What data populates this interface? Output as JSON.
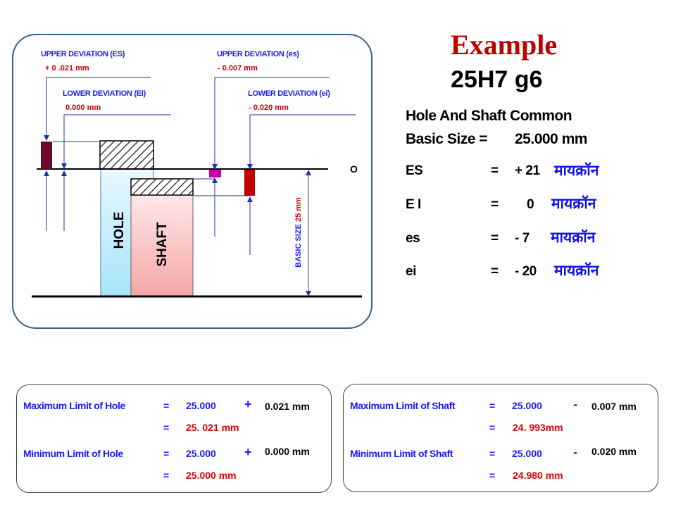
{
  "diagram": {
    "upper_dev_hole_label": "UPPER  DEVIATION (ES)",
    "upper_dev_hole_value": "+ 0 .021 mm",
    "lower_dev_hole_label": "LOWER DEVIATION (EI)",
    "lower_dev_hole_value": "0.000 mm",
    "upper_dev_shaft_label": "UPPER DEVIATION (es)",
    "upper_dev_shaft_value": "- 0.007 mm",
    "lower_dev_shaft_label": "LOWER DEVIATION (ei)",
    "lower_dev_shaft_value": "- 0.020 mm",
    "zero_line_label": "O",
    "hole_label": "HOLE",
    "shaft_label": "SHAFT",
    "basic_size_label": "BASIC SIZE",
    "basic_size_value": "25 mm"
  },
  "right": {
    "title": "Example",
    "code": "25H7 g6",
    "heading": "Hole And Shaft Common",
    "basic_size_label": "Basic Size  =",
    "basic_size_value": "25.000 mm",
    "unit": "मायक्रॉन",
    "rows": [
      {
        "label": "ES",
        "eq": "=",
        "value": "+ 21"
      },
      {
        "label": "E I",
        "eq": "=",
        "value": "0"
      },
      {
        "label": "es",
        "eq": "=",
        "value": "- 7"
      },
      {
        "label": "ei",
        "eq": "=",
        "value": "- 20"
      }
    ]
  },
  "hole_box": {
    "max_label": "Maximum Limit of Hole",
    "eq": "=",
    "max_base": "25.000",
    "max_op": "+",
    "max_dev": "0.021 mm",
    "max_result": "25. 021 mm",
    "min_label": "Minimum Limit of Hole",
    "min_base": "25.000",
    "min_op": "+",
    "min_dev": "0.000 mm",
    "min_result": "25.000 mm"
  },
  "shaft_box": {
    "max_label": "Maximum Limit of Shaft",
    "eq": "=",
    "max_base": "25.000",
    "max_op": "-",
    "max_dev": "0.007 mm",
    "max_result": "24. 993mm",
    "min_label": "Minimum Limit of Shaft",
    "min_base": "25.000",
    "min_op": "-",
    "min_dev": "0.020 mm",
    "min_result": "24.980 mm"
  }
}
